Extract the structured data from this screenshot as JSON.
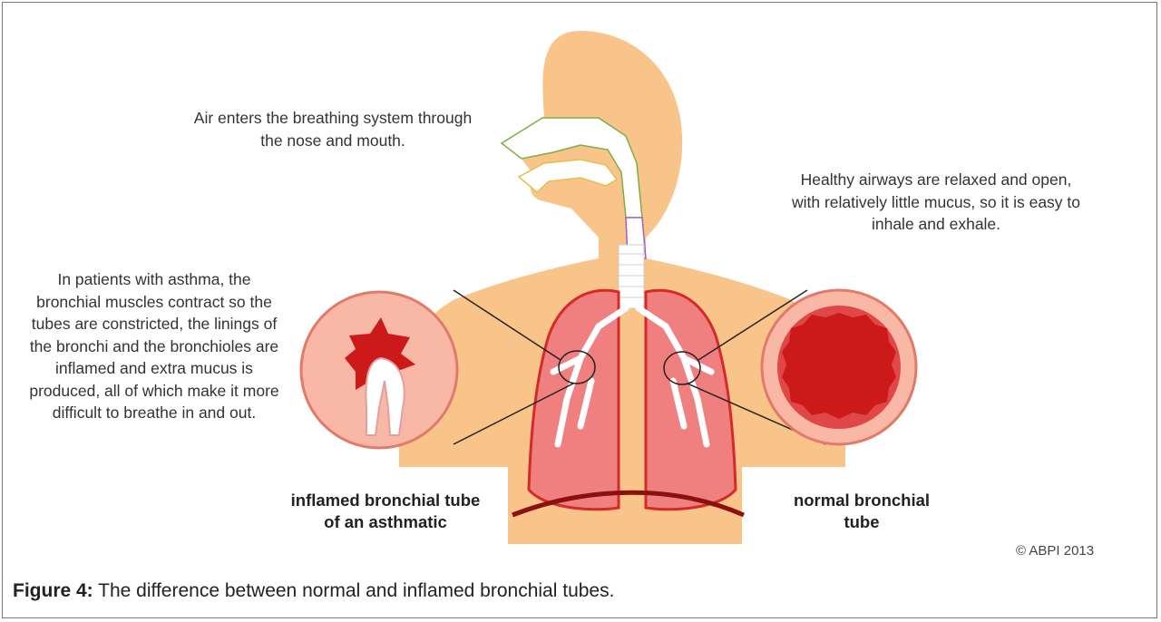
{
  "annotations": {
    "air_entry": "Air enters the breathing system through the nose and mouth.",
    "healthy": "Healthy airways are relaxed and open, with relatively little mucus, so it is easy to inhale and exhale.",
    "asthma": "In patients with asthma, the bronchial muscles contract so the tubes are constricted, the linings of the bronchi and the bronchioles are inflamed and extra mucus is produced, all of which make it more difficult to breathe in and out."
  },
  "labels": {
    "inflamed": "inflamed bronchial tube of an asthmatic",
    "normal": "normal bronchial tube"
  },
  "credit": "© ABPI 2013",
  "caption": {
    "label": "Figure 4:",
    "text": " The difference between normal and inflamed bronchial tubes."
  },
  "colors": {
    "skin": "#f8c48a",
    "lung": "#f08080",
    "lung_dark": "#d42a2a",
    "airway": "#ffffff",
    "inflamed_circle": "#f9b8a6",
    "mucus": "#cc1a1a",
    "diaphragm": "#8b1010"
  }
}
